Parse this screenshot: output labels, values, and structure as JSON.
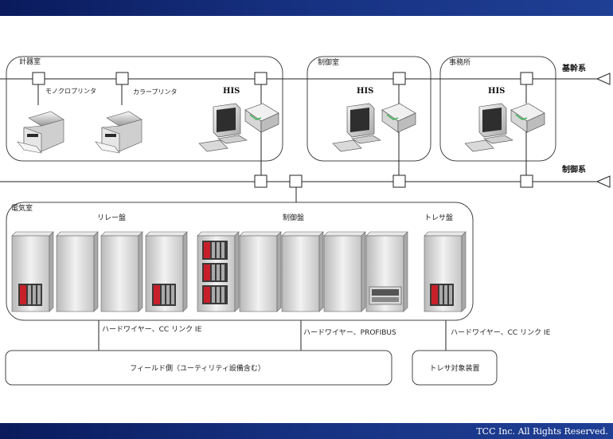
{
  "rooms": {
    "instrument_room": "計器室",
    "control_room": "制御室",
    "office": "事務所",
    "electrical_room": "電気室"
  },
  "networks": {
    "backbone": "基幹系",
    "control": "制御系"
  },
  "devices": {
    "mono_printer": "モノクロプリンタ",
    "color_printer": "カラープリンタ",
    "his_1": "HIS",
    "his_2": "HIS",
    "his_3": "HIS"
  },
  "panels": {
    "relay": "リレー盤",
    "control": "制御盤",
    "tracer": "トレサ盤"
  },
  "connections": {
    "relay_link": "ハードワイヤー、CC リンク IE",
    "control_link": "ハードワイヤー、PROFIBUS",
    "tracer_link": "ハードワイヤー、CC リンク IE"
  },
  "field": {
    "field_side": "フィールド側（ユーティリティ設備含む）",
    "tracer_target": "トレサ対象装置"
  },
  "footer": {
    "copyright": "TCC Inc. All Rights Reserved."
  }
}
